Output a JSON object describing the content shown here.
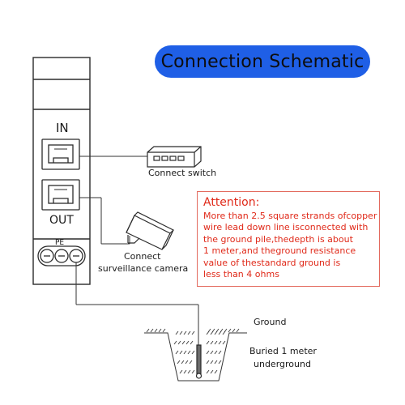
{
  "title": "Connection Schematic",
  "device": {
    "port_in_label": "IN",
    "port_out_label": "OUT",
    "terminal_label": "PE"
  },
  "labels": {
    "switch": "Connect switch",
    "camera_line1": "Connect",
    "camera_line2": "surveillance camera",
    "ground": "Ground",
    "buried_line1": "Buried 1 meter",
    "buried_line2": "underground"
  },
  "attention": {
    "heading": "Attention:",
    "lines": [
      "More than 2.5 square strands ofcopper",
      "wire lead down line isconnected with",
      "the ground pile,thedepth is about",
      "1 meter,and theground resistance",
      "value of thestandard ground is",
      "less than 4 ohms"
    ]
  },
  "colors": {
    "title_bg": "#1f5fe6",
    "attention_border": "#e36a5e",
    "attention_text": "#e02a1a",
    "line": "#333333"
  }
}
